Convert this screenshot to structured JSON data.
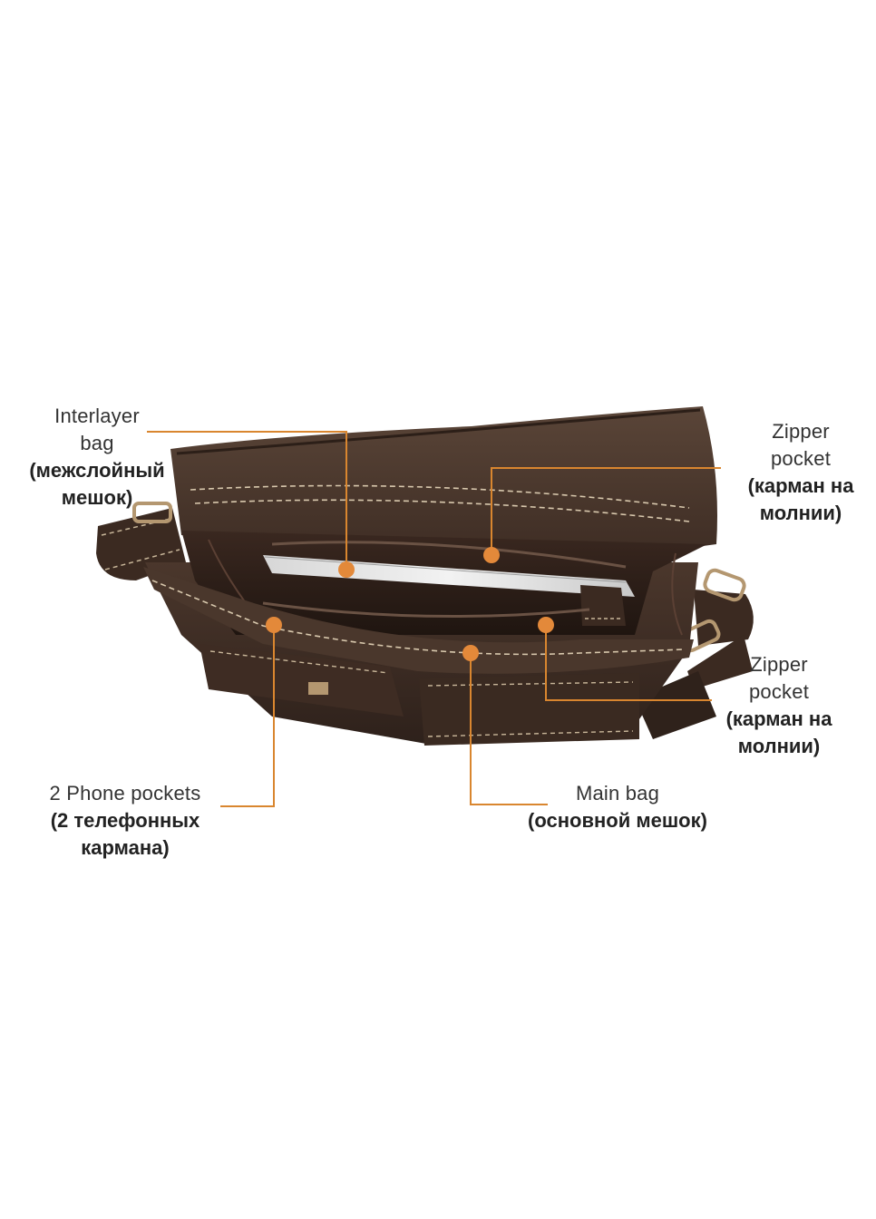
{
  "figure": {
    "accent_color": "#d9862f",
    "leather_color": "#3d2c22",
    "lining_color": "#4a3228",
    "labels": [
      {
        "id": "interlayer",
        "en": "Interlayer bag",
        "en_lines": [
          "Interlayer",
          "bag"
        ],
        "ru_lines": [
          "(межслойный",
          "мешок)"
        ]
      },
      {
        "id": "zipper-top",
        "en_lines": [
          "Zipper",
          "pocket"
        ],
        "ru_lines": [
          "(карман на",
          "молнии)"
        ]
      },
      {
        "id": "zipper-bottom",
        "en_lines": [
          "Zipper",
          "pocket"
        ],
        "ru_lines": [
          "(карман на",
          "молнии)"
        ]
      },
      {
        "id": "phone",
        "en_lines": [
          "2 Phone pockets"
        ],
        "ru_lines": [
          "(2 телефонных",
          "кармана)"
        ]
      },
      {
        "id": "main",
        "en_lines": [
          "Main bag"
        ],
        "ru_lines": [
          "(основной мешок)"
        ]
      }
    ]
  }
}
